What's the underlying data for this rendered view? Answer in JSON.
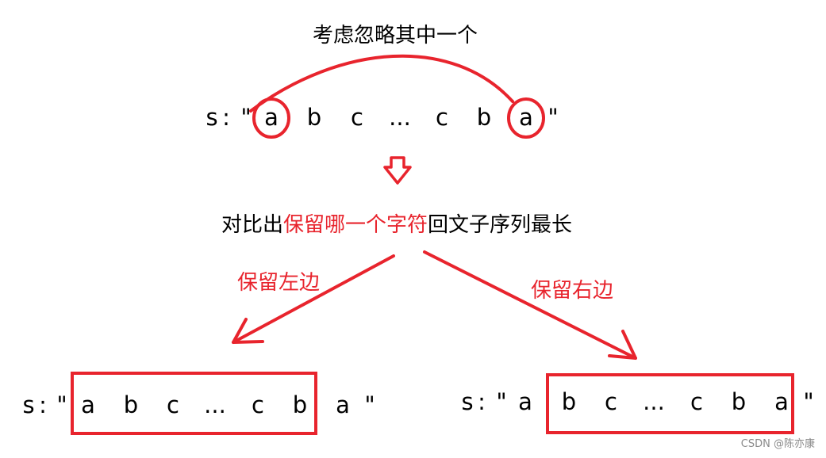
{
  "top_caption": "考虑忽略其中一个",
  "top_row": {
    "prefix": "s",
    "colon": ":",
    "open_quote": "\"",
    "close_quote": "\"",
    "chars": [
      "a",
      "b",
      "c",
      "...",
      "c",
      "b",
      "a"
    ]
  },
  "middle_caption": {
    "part1": "对比出",
    "part2_highlight": "保留哪一个字符",
    "part3": "回文子序列最长"
  },
  "left_branch_label": "保留左边",
  "right_branch_label": "保留右边",
  "left_row": {
    "prefix": "s",
    "colon": ":",
    "open_quote": "\"",
    "close_quote": "\"",
    "chars": [
      "a",
      "b",
      "c",
      "...",
      "c",
      "b",
      "a"
    ]
  },
  "right_row": {
    "prefix": "s",
    "colon": ":",
    "open_quote": "\"",
    "close_quote": "\"",
    "chars": [
      "a",
      "b",
      "c",
      "...",
      "c",
      "b",
      "a"
    ]
  },
  "watermark": "CSDN @陈亦康",
  "colors": {
    "accent_red": "#e8242d",
    "text": "#000000",
    "watermark": "#8a8a8a"
  },
  "icons": {
    "down_arrow": "hollow-down-arrow-icon"
  }
}
